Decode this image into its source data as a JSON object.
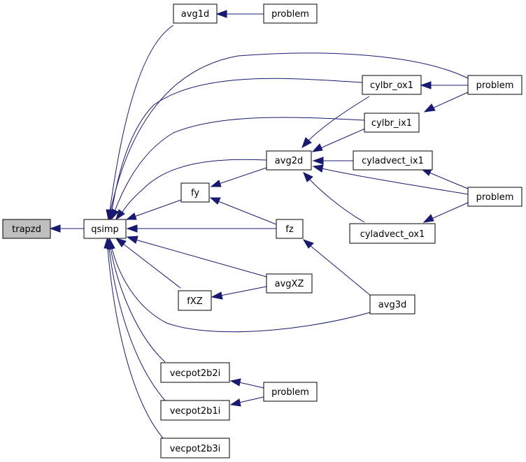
{
  "colors": {
    "edge": "#191970",
    "root_fill": "#bfbfbf",
    "node_fill": "#ffffff",
    "node_stroke": "#000000"
  },
  "nodes": {
    "trapzd": "trapzd",
    "qsimp": "qsimp",
    "avg1d": "avg1d",
    "problem_a": "problem",
    "problem_b": "problem",
    "cylbr_ox1": "cylbr_ox1",
    "cylbr_ix1": "cylbr_ix1",
    "avg2d": "avg2d",
    "cyladvect_ix1": "cyladvect_ix1",
    "problem_c": "problem",
    "fy": "fy",
    "fz": "fz",
    "cyladvect_ox1": "cyladvect_ox1",
    "avgXZ": "avgXZ",
    "fXZ": "fXZ",
    "avg3d": "avg3d",
    "vecpot2b2i": "vecpot2b2i",
    "problem_d": "problem",
    "vecpot2b1i": "vecpot2b1i",
    "vecpot2b3i": "vecpot2b3i"
  }
}
